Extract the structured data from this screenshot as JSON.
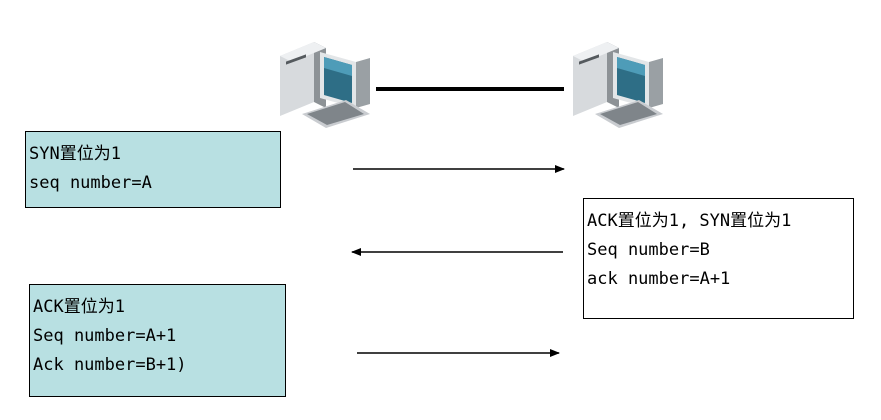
{
  "colors": {
    "box_fill": "#b8e0e2",
    "box_fill_plain": "#ffffff",
    "line": "#000000"
  },
  "hosts": {
    "left_icon": "desktop-computer-icon",
    "right_icon": "desktop-computer-icon"
  },
  "steps": [
    {
      "lines": [
        "SYN置位为1",
        "seq number=A"
      ],
      "direction": "left-to-right"
    },
    {
      "lines": [
        "ACK置位为1, SYN置位为1",
        "Seq number=B",
        "ack number=A+1"
      ],
      "direction": "right-to-left"
    },
    {
      "lines": [
        "ACK置位为1",
        "Seq number=A+1",
        "Ack number=B+1)"
      ],
      "direction": "left-to-right"
    }
  ]
}
